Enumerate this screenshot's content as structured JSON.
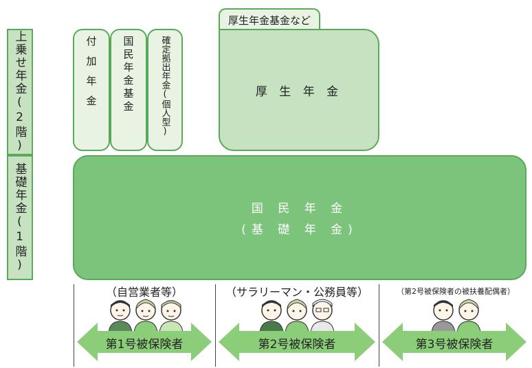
{
  "tiers": {
    "upper": "上乗せ年金(2階)",
    "basic": "基礎年金(1階)"
  },
  "small_boxes": [
    "付加年金",
    "国民年金基金",
    "確定拠出年金(個人型)"
  ],
  "kosei": {
    "tab": "厚生年金基金など",
    "label": "厚 生 年 金"
  },
  "kokumin": {
    "line1": "国 民 年 金",
    "line2": "(基 礎 年 金)"
  },
  "groups": [
    {
      "label": "（自営業者等）",
      "arrow": "第1号被保険者"
    },
    {
      "label": "（サラリーマン・公務員等）",
      "arrow": "第2号被保険者"
    },
    {
      "label": "（第2号被保険者の被扶養配偶者）",
      "arrow": "第3号被保険者"
    }
  ],
  "colors": {
    "border": "#5aa85a",
    "light_fill": "#e8f3e3",
    "mid_fill": "#c7e2c1",
    "dark_fill": "#7cc47c",
    "arrow": "#8ccd7a"
  }
}
